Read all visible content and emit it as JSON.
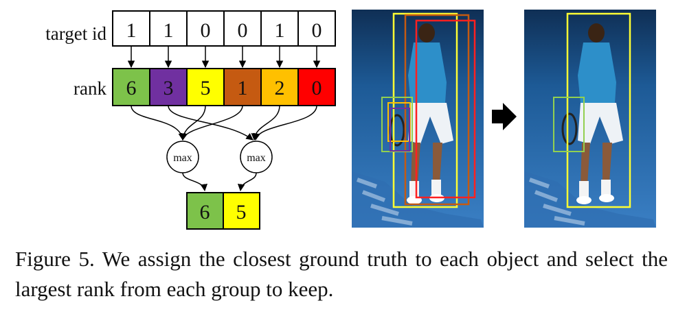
{
  "diagram": {
    "row_labels": {
      "target": "target id",
      "rank": "rank"
    },
    "target_ids": [
      "1",
      "1",
      "0",
      "0",
      "1",
      "0"
    ],
    "ranks": [
      {
        "value": "6",
        "color": "#7dc24a"
      },
      {
        "value": "3",
        "color": "#7030a0"
      },
      {
        "value": "5",
        "color": "#ffff00"
      },
      {
        "value": "1",
        "color": "#c55a11"
      },
      {
        "value": "2",
        "color": "#ffc000"
      },
      {
        "value": "0",
        "color": "#ff0000"
      }
    ],
    "max_nodes": [
      "max",
      "max"
    ],
    "results": [
      {
        "value": "6",
        "color": "#7dc24a"
      },
      {
        "value": "5",
        "color": "#ffff00"
      }
    ]
  },
  "photos": {
    "before_boxes": [
      {
        "color": "#ffff33"
      },
      {
        "color": "#c55a11"
      },
      {
        "color": "#ff2020"
      },
      {
        "color": "#92d050"
      },
      {
        "color": "#ffc000"
      },
      {
        "color": "#7030a0"
      }
    ],
    "after_boxes": [
      {
        "color": "#ffff33"
      },
      {
        "color": "#92d050"
      }
    ],
    "court_color": "#1f5e99"
  },
  "caption": {
    "label": "Figure 5.",
    "text": "We assign the closest ground truth to each object and select the largest rank from each group to keep."
  }
}
